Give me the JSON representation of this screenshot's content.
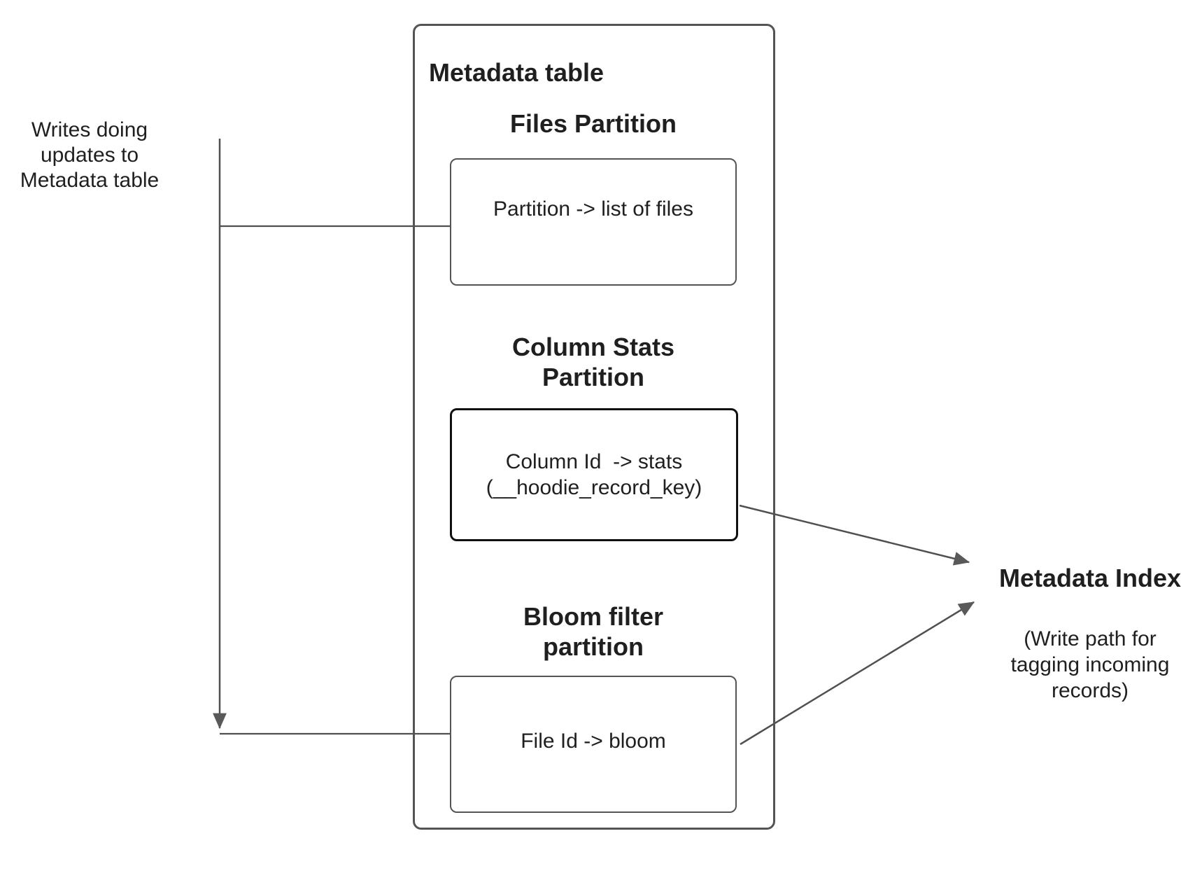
{
  "colors": {
    "bg": "#ffffff",
    "text": "#1f1f1f",
    "line": "#505050",
    "border": "#545454",
    "stats_border": "#101010",
    "arrowhead": "#595959"
  },
  "left_note": "Writes doing\nupdates to\nMetadata table",
  "metadata_table": {
    "title": "Metadata table",
    "files": {
      "heading": "Files Partition",
      "mapping": "Partition -> list of files"
    },
    "column_stats": {
      "heading": "Column Stats\nPartition",
      "mapping": "Column Id  -> stats\n(__hoodie_record_key)"
    },
    "bloom": {
      "heading": "Bloom filter\npartition",
      "mapping": "File Id -> bloom"
    }
  },
  "metadata_index": {
    "title": "Metadata Index",
    "caption": "(Write path for\ntagging incoming\nrecords)"
  }
}
